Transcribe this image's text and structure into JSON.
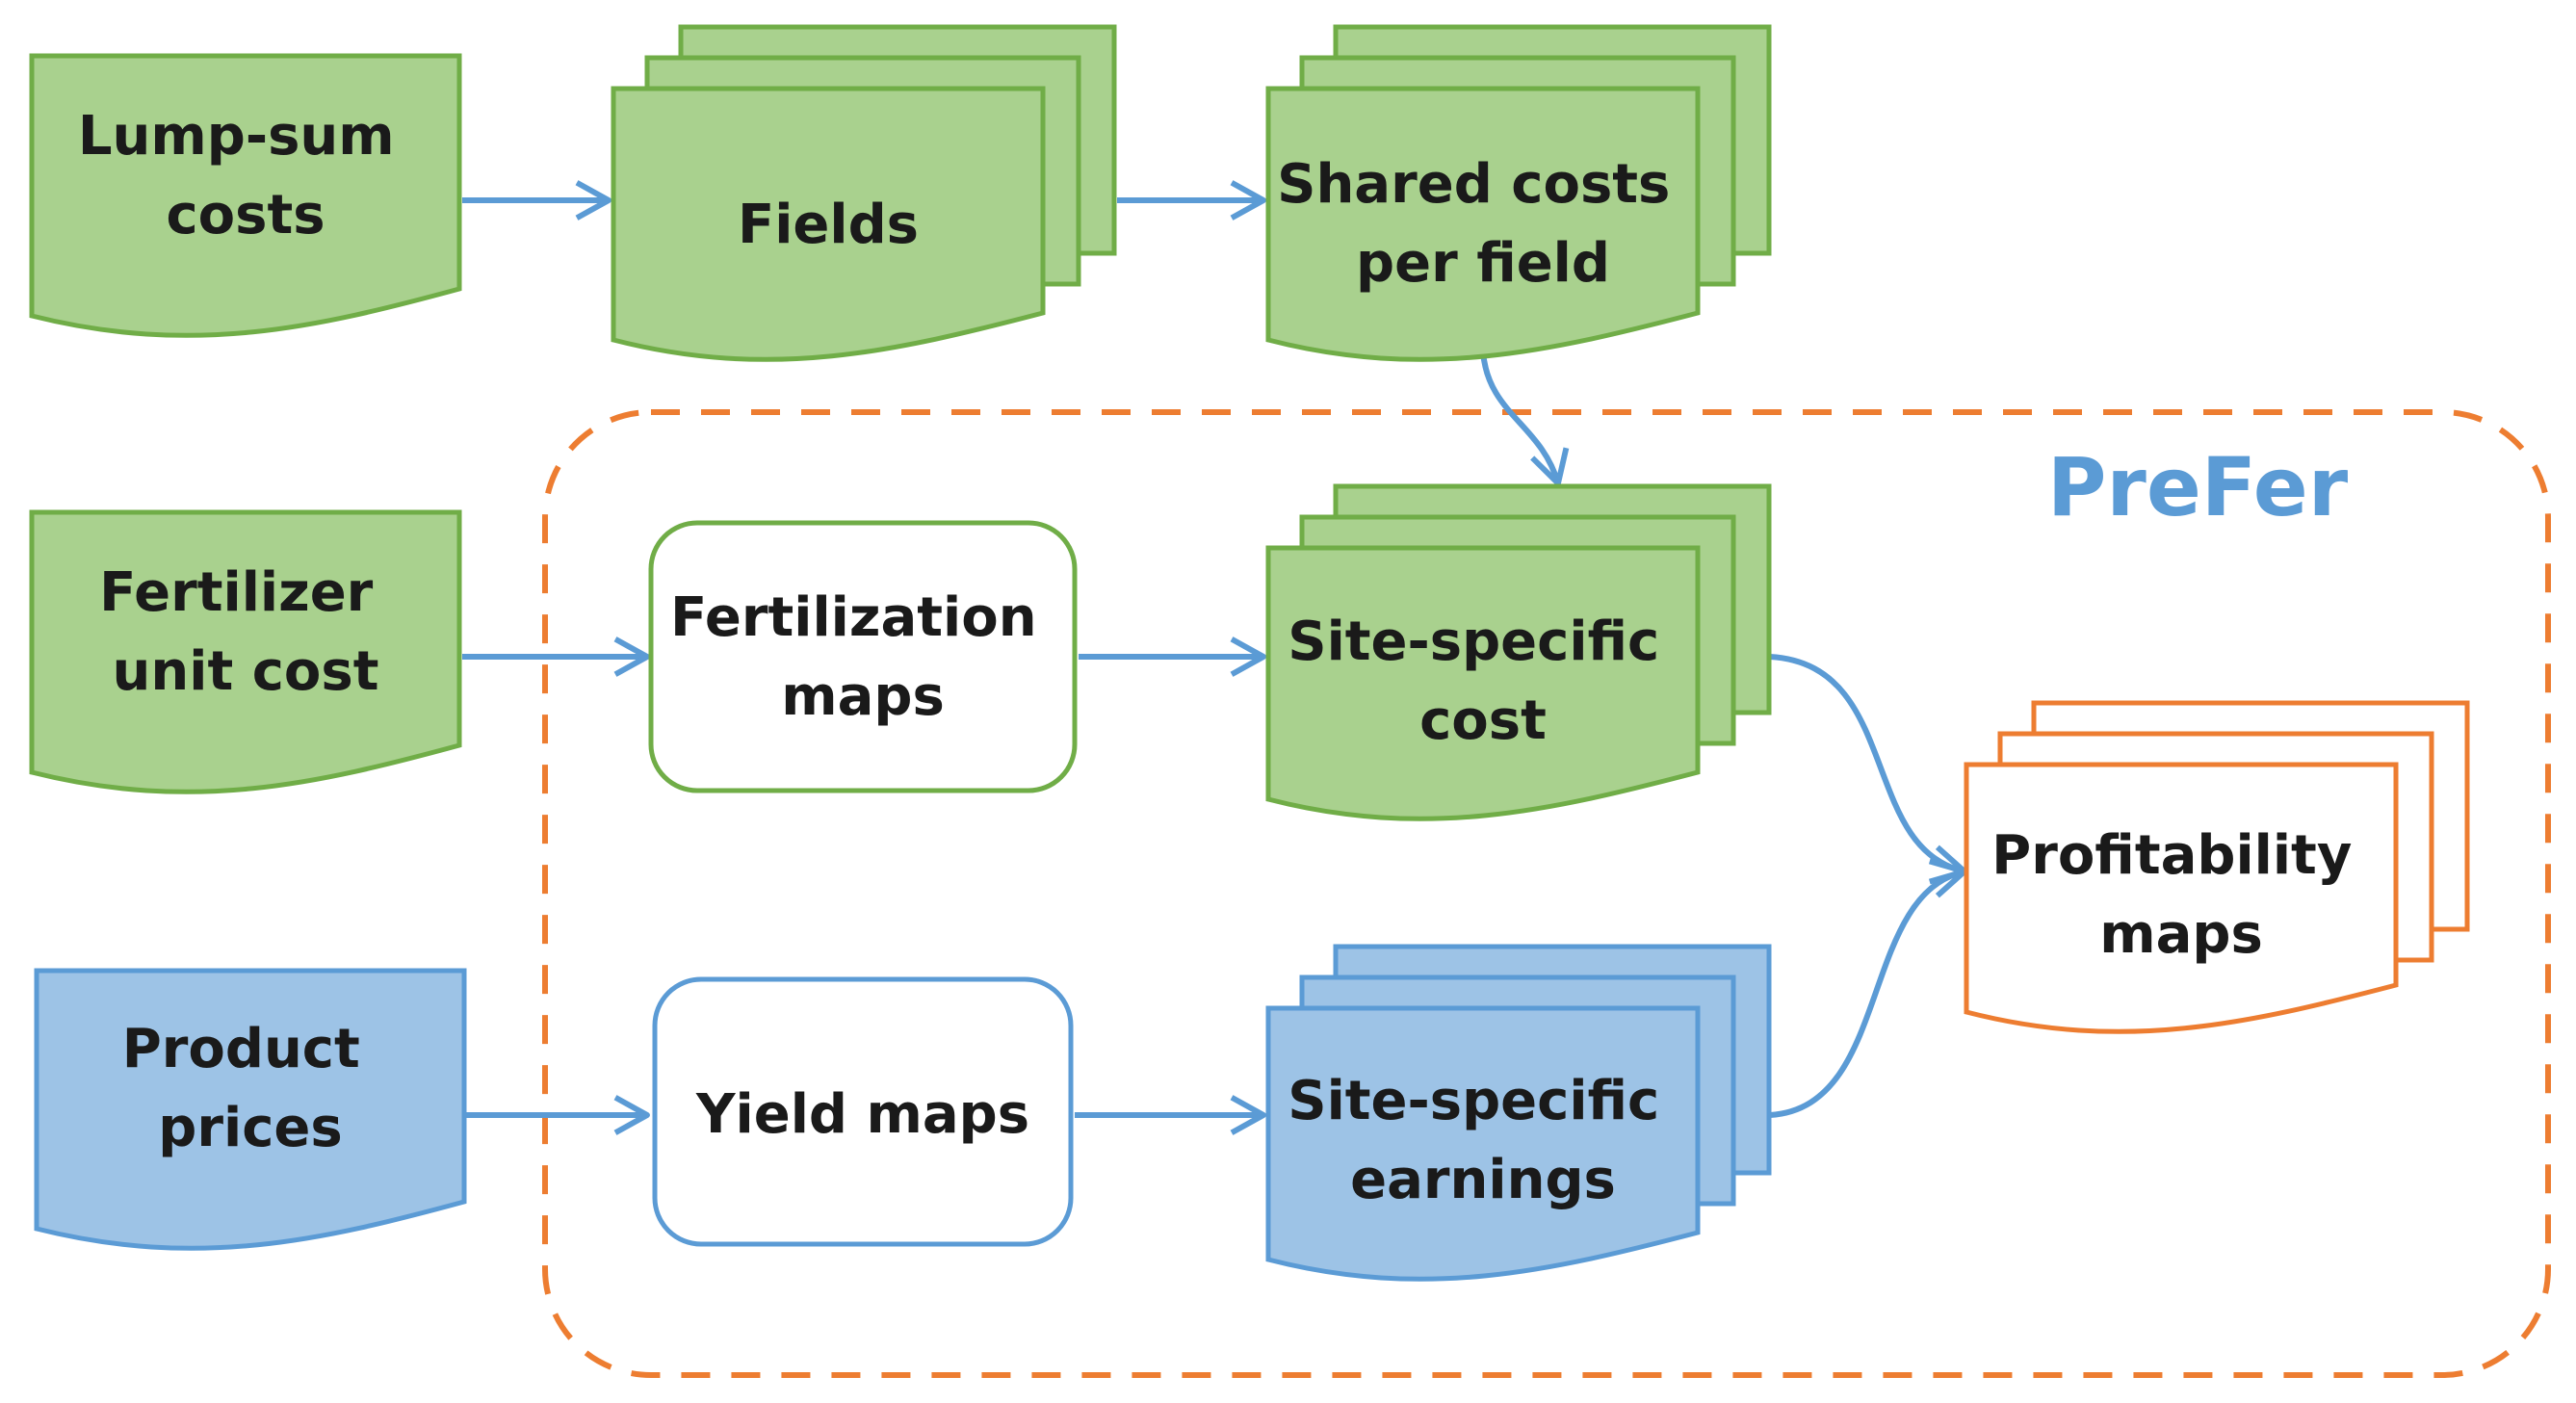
{
  "group": {
    "title": "PreFer"
  },
  "nodes": {
    "lump_sum_costs": [
      "Lump-sum",
      "costs"
    ],
    "fields": [
      "Fields"
    ],
    "shared_costs": [
      "Shared costs",
      "per field"
    ],
    "fertilizer_unit_cost": [
      "Fertilizer",
      "unit cost"
    ],
    "fertilization_maps": [
      "Fertilization",
      "maps"
    ],
    "site_specific_cost": [
      "Site-specific",
      "cost"
    ],
    "product_prices": [
      "Product",
      "prices"
    ],
    "yield_maps": [
      "Yield maps"
    ],
    "site_specific_earnings": [
      "Site-specific",
      "earnings"
    ],
    "profitability_maps": [
      "Profitability",
      "maps"
    ]
  },
  "colors": {
    "green_fill": "#a9d18e",
    "green_stroke": "#70ad47",
    "blue_fill": "#9dc3e6",
    "blue_stroke": "#5b9bd5",
    "orange": "#ed7d31",
    "arrow": "#5b9bd5",
    "title": "#5b9bd5"
  }
}
